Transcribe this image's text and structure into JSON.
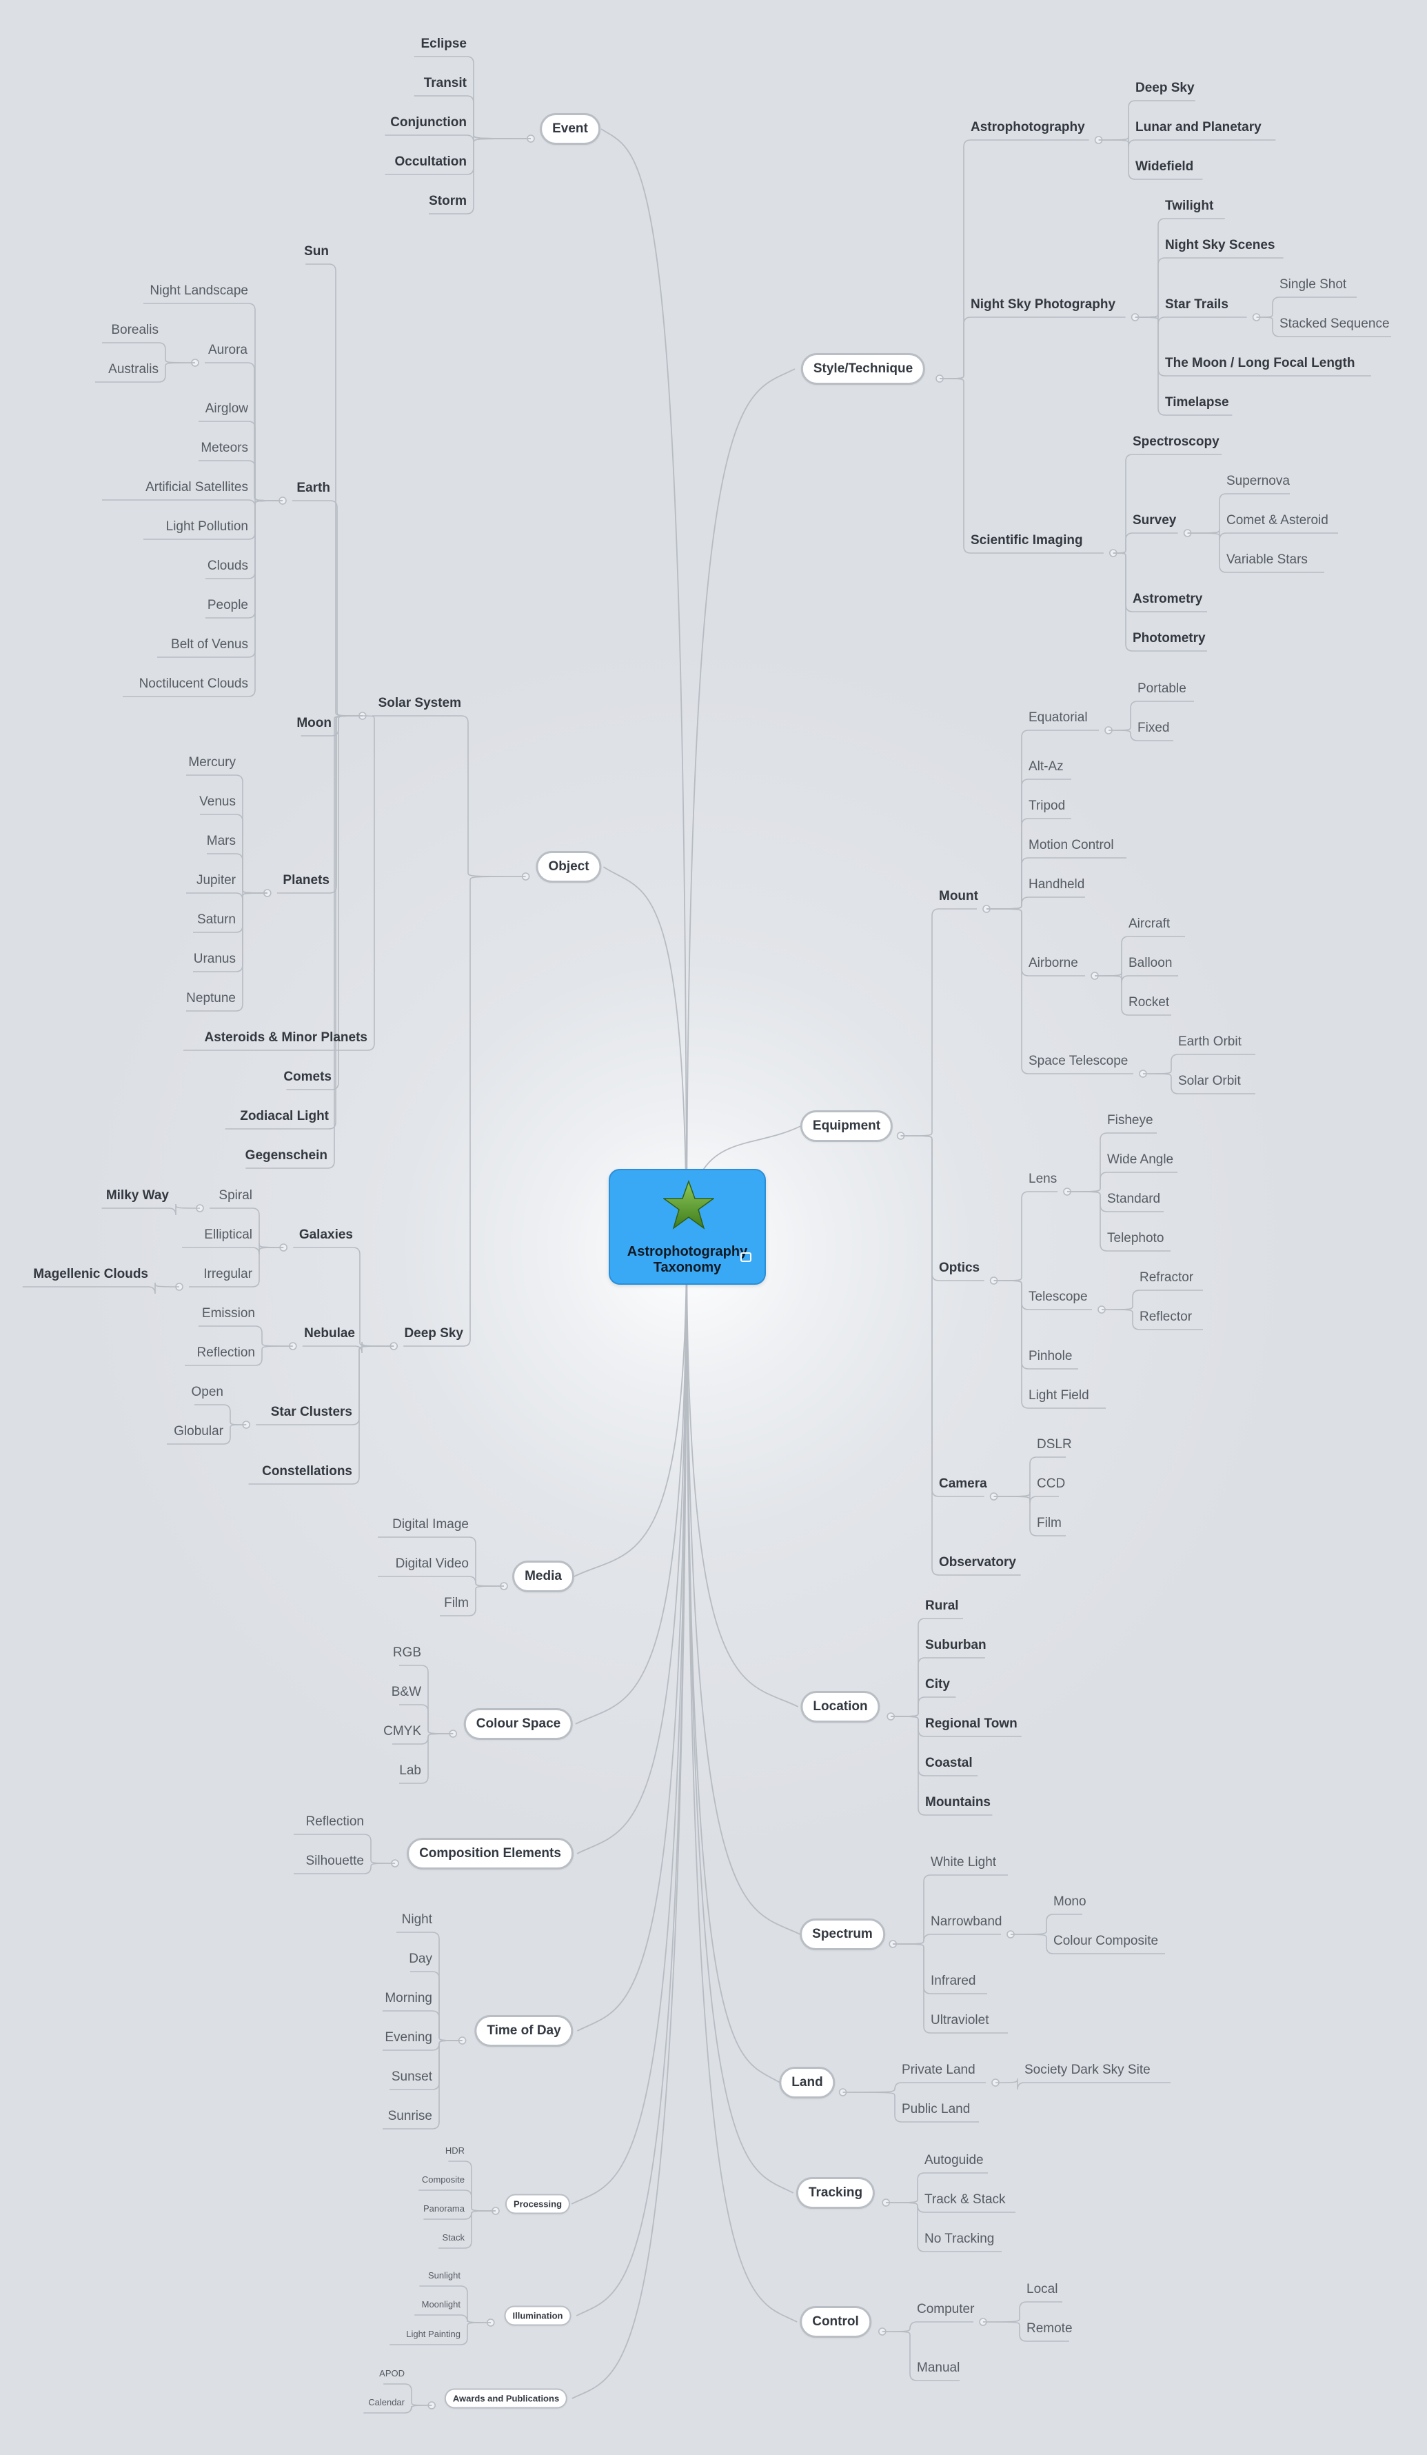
{
  "root": {
    "title_line1": "Astrophotography",
    "title_line2": "Taxonomy",
    "icon": "star-icon",
    "badge_icon": "image-icon",
    "colors": {
      "fill": "#3aa9f5",
      "star": "#5a9a2e"
    }
  },
  "colors": {
    "line": "#b7bcc3",
    "text": "#555b63",
    "bold_text": "#333840",
    "pill_border": "#b9bec5"
  },
  "branches": [
    {
      "label": "Style/Technique",
      "children": [
        {
          "label": "Astrophotography",
          "bold": true,
          "children": [
            {
              "label": "Deep Sky",
              "bold": true
            },
            {
              "label": "Lunar and Planetary",
              "bold": true
            },
            {
              "label": "Widefield",
              "bold": true
            }
          ]
        },
        {
          "label": "Night Sky Photography",
          "bold": true,
          "children": [
            {
              "label": "Twilight",
              "bold": true
            },
            {
              "label": "Night Sky Scenes",
              "bold": true
            },
            {
              "label": "Star Trails",
              "bold": true,
              "children": [
                {
                  "label": "Single Shot"
                },
                {
                  "label": "Stacked Sequence"
                }
              ]
            },
            {
              "label": "The Moon / Long Focal Length",
              "bold": true
            },
            {
              "label": "Timelapse",
              "bold": true
            }
          ]
        },
        {
          "label": "Scientific Imaging",
          "bold": true,
          "children": [
            {
              "label": "Spectroscopy",
              "bold": true
            },
            {
              "label": "Survey",
              "bold": true,
              "children": [
                {
                  "label": "Supernova"
                },
                {
                  "label": "Comet & Asteroid"
                },
                {
                  "label": "Variable Stars"
                }
              ]
            },
            {
              "label": "Astrometry",
              "bold": true
            },
            {
              "label": "Photometry",
              "bold": true
            }
          ]
        }
      ]
    },
    {
      "label": "Equipment",
      "children": [
        {
          "label": "Mount",
          "bold": true,
          "children": [
            {
              "label": "Equatorial",
              "children": [
                {
                  "label": "Portable"
                },
                {
                  "label": "Fixed"
                }
              ]
            },
            {
              "label": "Alt-Az"
            },
            {
              "label": "Tripod"
            },
            {
              "label": "Motion Control"
            },
            {
              "label": "Handheld"
            },
            {
              "label": "Airborne",
              "children": [
                {
                  "label": "Aircraft"
                },
                {
                  "label": "Balloon"
                },
                {
                  "label": "Rocket"
                }
              ]
            },
            {
              "label": "Space Telescope",
              "children": [
                {
                  "label": "Earth Orbit"
                },
                {
                  "label": "Solar Orbit"
                }
              ]
            }
          ]
        },
        {
          "label": "Optics",
          "bold": true,
          "children": [
            {
              "label": "Lens",
              "children": [
                {
                  "label": "Fisheye"
                },
                {
                  "label": "Wide Angle"
                },
                {
                  "label": "Standard"
                },
                {
                  "label": "Telephoto"
                }
              ]
            },
            {
              "label": "Telescope",
              "children": [
                {
                  "label": "Refractor"
                },
                {
                  "label": "Reflector"
                }
              ]
            },
            {
              "label": "Pinhole"
            },
            {
              "label": "Light Field"
            }
          ]
        },
        {
          "label": "Camera",
          "bold": true,
          "children": [
            {
              "label": "DSLR"
            },
            {
              "label": "CCD"
            },
            {
              "label": "Film"
            }
          ]
        },
        {
          "label": "Observatory",
          "bold": true
        }
      ]
    },
    {
      "label": "Location",
      "children": [
        {
          "label": "Rural",
          "bold": true
        },
        {
          "label": "Suburban",
          "bold": true
        },
        {
          "label": "City",
          "bold": true
        },
        {
          "label": "Regional Town",
          "bold": true
        },
        {
          "label": "Coastal",
          "bold": true
        },
        {
          "label": "Mountains",
          "bold": true
        }
      ]
    },
    {
      "label": "Spectrum",
      "children": [
        {
          "label": "White Light"
        },
        {
          "label": "Narrowband",
          "children": [
            {
              "label": "Mono"
            },
            {
              "label": "Colour Composite"
            }
          ]
        },
        {
          "label": "Infrared"
        },
        {
          "label": "Ultraviolet"
        }
      ]
    },
    {
      "label": "Land",
      "children": [
        {
          "label": "Private Land",
          "children": [
            {
              "label": "Society Dark Sky Site"
            }
          ]
        },
        {
          "label": "Public Land"
        }
      ]
    },
    {
      "label": "Tracking",
      "children": [
        {
          "label": "Autoguide"
        },
        {
          "label": "Track & Stack"
        },
        {
          "label": "No Tracking"
        }
      ]
    },
    {
      "label": "Control",
      "children": [
        {
          "label": "Computer",
          "children": [
            {
              "label": "Local"
            },
            {
              "label": "Remote"
            }
          ]
        },
        {
          "label": "Manual"
        }
      ]
    },
    {
      "label": "Event",
      "children": [
        {
          "label": "Eclipse",
          "bold": true
        },
        {
          "label": "Transit",
          "bold": true
        },
        {
          "label": "Conjunction",
          "bold": true
        },
        {
          "label": "Occultation",
          "bold": true
        },
        {
          "label": "Storm",
          "bold": true
        }
      ]
    },
    {
      "label": "Object",
      "children": [
        {
          "label": "Solar System",
          "bold": true,
          "children": [
            {
              "label": "Sun",
              "bold": true
            },
            {
              "label": "Earth",
              "bold": true,
              "children": [
                {
                  "label": "Night Landscape"
                },
                {
                  "label": "Aurora",
                  "children": [
                    {
                      "label": "Borealis"
                    },
                    {
                      "label": "Australis"
                    }
                  ]
                },
                {
                  "label": "Airglow"
                },
                {
                  "label": "Meteors"
                },
                {
                  "label": "Artificial Satellites"
                },
                {
                  "label": "Light Pollution"
                },
                {
                  "label": "Clouds"
                },
                {
                  "label": "People"
                },
                {
                  "label": "Belt of Venus"
                },
                {
                  "label": "Noctilucent Clouds"
                }
              ]
            },
            {
              "label": "Moon",
              "bold": true
            },
            {
              "label": "Planets",
              "bold": true,
              "children": [
                {
                  "label": "Mercury"
                },
                {
                  "label": "Venus"
                },
                {
                  "label": "Mars"
                },
                {
                  "label": "Jupiter"
                },
                {
                  "label": "Saturn"
                },
                {
                  "label": "Uranus"
                },
                {
                  "label": "Neptune"
                }
              ]
            },
            {
              "label": "Asteroids & Minor Planets",
              "bold": true
            },
            {
              "label": "Comets",
              "bold": true
            },
            {
              "label": "Zodiacal Light",
              "bold": true
            },
            {
              "label": "Gegenschein",
              "bold": true
            }
          ]
        },
        {
          "label": "Deep Sky",
          "bold": true,
          "children": [
            {
              "label": "Galaxies",
              "bold": true,
              "children": [
                {
                  "label": "Spiral",
                  "children": [
                    {
                      "label": "Milky Way",
                      "bold": true
                    }
                  ]
                },
                {
                  "label": "Elliptical"
                },
                {
                  "label": "Irregular",
                  "children": [
                    {
                      "label": "Magellenic Clouds",
                      "bold": true
                    }
                  ]
                }
              ]
            },
            {
              "label": "Nebulae",
              "bold": true,
              "children": [
                {
                  "label": "Emission"
                },
                {
                  "label": "Reflection"
                }
              ]
            },
            {
              "label": "Star Clusters",
              "bold": true,
              "children": [
                {
                  "label": "Open"
                },
                {
                  "label": "Globular"
                }
              ]
            },
            {
              "label": "Constellations",
              "bold": true
            }
          ]
        }
      ]
    },
    {
      "label": "Media",
      "children": [
        {
          "label": "Digital Image"
        },
        {
          "label": "Digital Video"
        },
        {
          "label": "Film"
        }
      ]
    },
    {
      "label": "Colour Space",
      "children": [
        {
          "label": "RGB"
        },
        {
          "label": "B&W"
        },
        {
          "label": "CMYK"
        },
        {
          "label": "Lab"
        }
      ]
    },
    {
      "label": "Composition Elements",
      "children": [
        {
          "label": "Reflection"
        },
        {
          "label": "Silhouette"
        }
      ]
    },
    {
      "label": "Time of Day",
      "children": [
        {
          "label": "Night"
        },
        {
          "label": "Day"
        },
        {
          "label": "Morning"
        },
        {
          "label": "Evening"
        },
        {
          "label": "Sunset"
        },
        {
          "label": "Sunrise"
        }
      ]
    },
    {
      "label": "Processing",
      "small": true,
      "children": [
        {
          "label": "HDR"
        },
        {
          "label": "Composite"
        },
        {
          "label": "Panorama"
        },
        {
          "label": "Stack"
        }
      ]
    },
    {
      "label": "Illumination",
      "small": true,
      "children": [
        {
          "label": "Sunlight"
        },
        {
          "label": "Moonlight"
        },
        {
          "label": "Light Painting"
        }
      ]
    },
    {
      "label": "Awards and Publications",
      "small": true,
      "children": [
        {
          "label": "APOD"
        },
        {
          "label": "Calendar"
        }
      ]
    }
  ]
}
